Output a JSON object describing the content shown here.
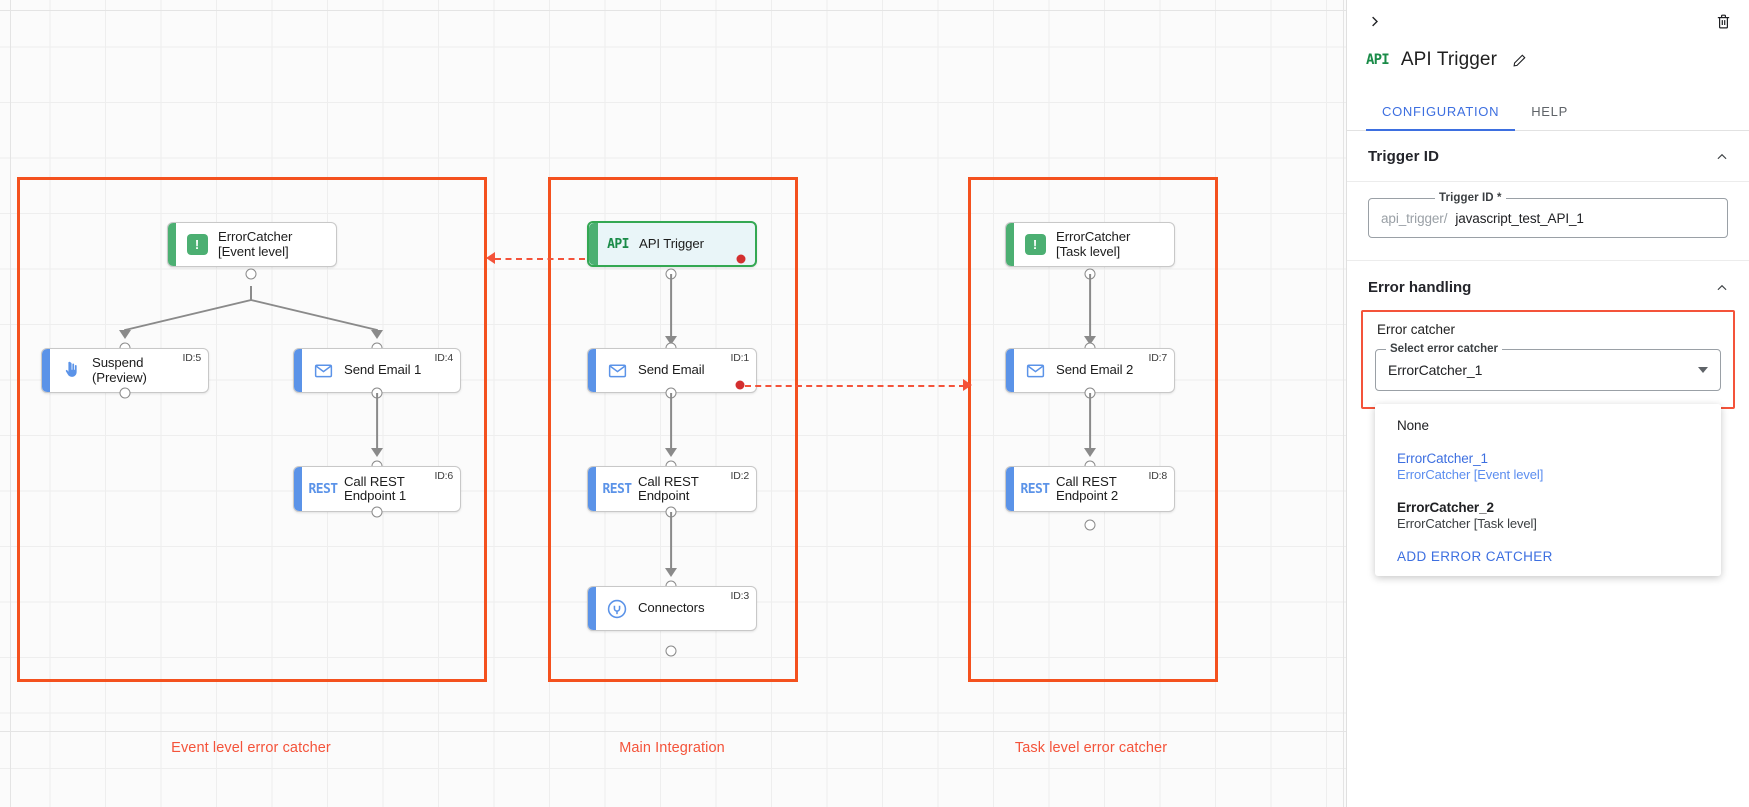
{
  "canvas": {
    "groups": [
      {
        "id": "event-level",
        "label": "Event level error catcher"
      },
      {
        "id": "main-integration",
        "label": "Main Integration"
      },
      {
        "id": "task-level",
        "label": "Task level error catcher"
      }
    ],
    "nodes": [
      {
        "key": "errorcatcher_event",
        "label": "ErrorCatcher\n[Event level]",
        "icon": "error-catcher-icon",
        "id_badge": "",
        "accent": "green"
      },
      {
        "key": "suspend",
        "label": "Suspend\n(Preview)",
        "icon": "hand-icon",
        "id_badge": "ID:5",
        "accent": "blue"
      },
      {
        "key": "send_email_1",
        "label": "Send Email 1",
        "icon": "envelope-icon",
        "id_badge": "ID:4",
        "accent": "blue"
      },
      {
        "key": "call_rest_1",
        "label": "Call REST\nEndpoint 1",
        "icon": "rest-icon",
        "id_badge": "ID:6",
        "accent": "blue"
      },
      {
        "key": "api_trigger",
        "label": "API Trigger",
        "icon": "api-icon",
        "id_badge": "",
        "accent": "green"
      },
      {
        "key": "send_email",
        "label": "Send Email",
        "icon": "envelope-icon",
        "id_badge": "ID:1",
        "accent": "blue"
      },
      {
        "key": "call_rest",
        "label": "Call REST\nEndpoint",
        "icon": "rest-icon",
        "id_badge": "ID:2",
        "accent": "blue"
      },
      {
        "key": "connectors",
        "label": "Connectors",
        "icon": "connectors-icon",
        "id_badge": "ID:3",
        "accent": "blue"
      },
      {
        "key": "errorcatcher_task",
        "label": "ErrorCatcher\n[Task level]",
        "icon": "error-catcher-icon",
        "id_badge": "",
        "accent": "green"
      },
      {
        "key": "send_email_2",
        "label": "Send Email 2",
        "icon": "envelope-icon",
        "id_badge": "ID:7",
        "accent": "blue"
      },
      {
        "key": "call_rest_2",
        "label": "Call REST\nEndpoint 2",
        "icon": "rest-icon",
        "id_badge": "ID:8",
        "accent": "blue"
      }
    ],
    "icon_text": {
      "rest": "REST",
      "api": "API",
      "error_catcher": "!"
    },
    "colors": {
      "group_border": "#f4511e",
      "group_label": "#f4533a",
      "accent_blue": "#5b93e8",
      "accent_green": "#4caf72",
      "selected_border": "#34a853",
      "error_dot": "#d32f2f"
    }
  },
  "panel": {
    "collapse_icon": "chevron-right-icon",
    "delete_icon": "trash-icon",
    "title": "API Trigger",
    "title_icon": "API",
    "edit_icon": "pencil-icon",
    "tabs": [
      {
        "key": "configuration",
        "label": "CONFIGURATION",
        "active": true
      },
      {
        "key": "help",
        "label": "HELP",
        "active": false
      }
    ],
    "trigger_id_section": {
      "title": "Trigger ID",
      "collapse_icon": "chevron-up-icon",
      "field_legend": "Trigger ID *",
      "prefix": "api_trigger/",
      "value": "javascript_test_API_1"
    },
    "error_handling_section": {
      "title": "Error handling",
      "collapse_icon": "chevron-up-icon",
      "error_catcher_label": "Error catcher",
      "select_legend": "Select error catcher",
      "selected_value": "ErrorCatcher_1",
      "dropdown_open": true,
      "options": [
        {
          "primary": "None",
          "secondary": "",
          "selected": false,
          "bold": false
        },
        {
          "primary": "ErrorCatcher_1",
          "secondary": "ErrorCatcher [Event level]",
          "selected": true,
          "bold": false
        },
        {
          "primary": "ErrorCatcher_2",
          "secondary": "ErrorCatcher [Task level]",
          "selected": false,
          "bold": true
        }
      ],
      "add_action": "ADD ERROR CATCHER"
    }
  }
}
